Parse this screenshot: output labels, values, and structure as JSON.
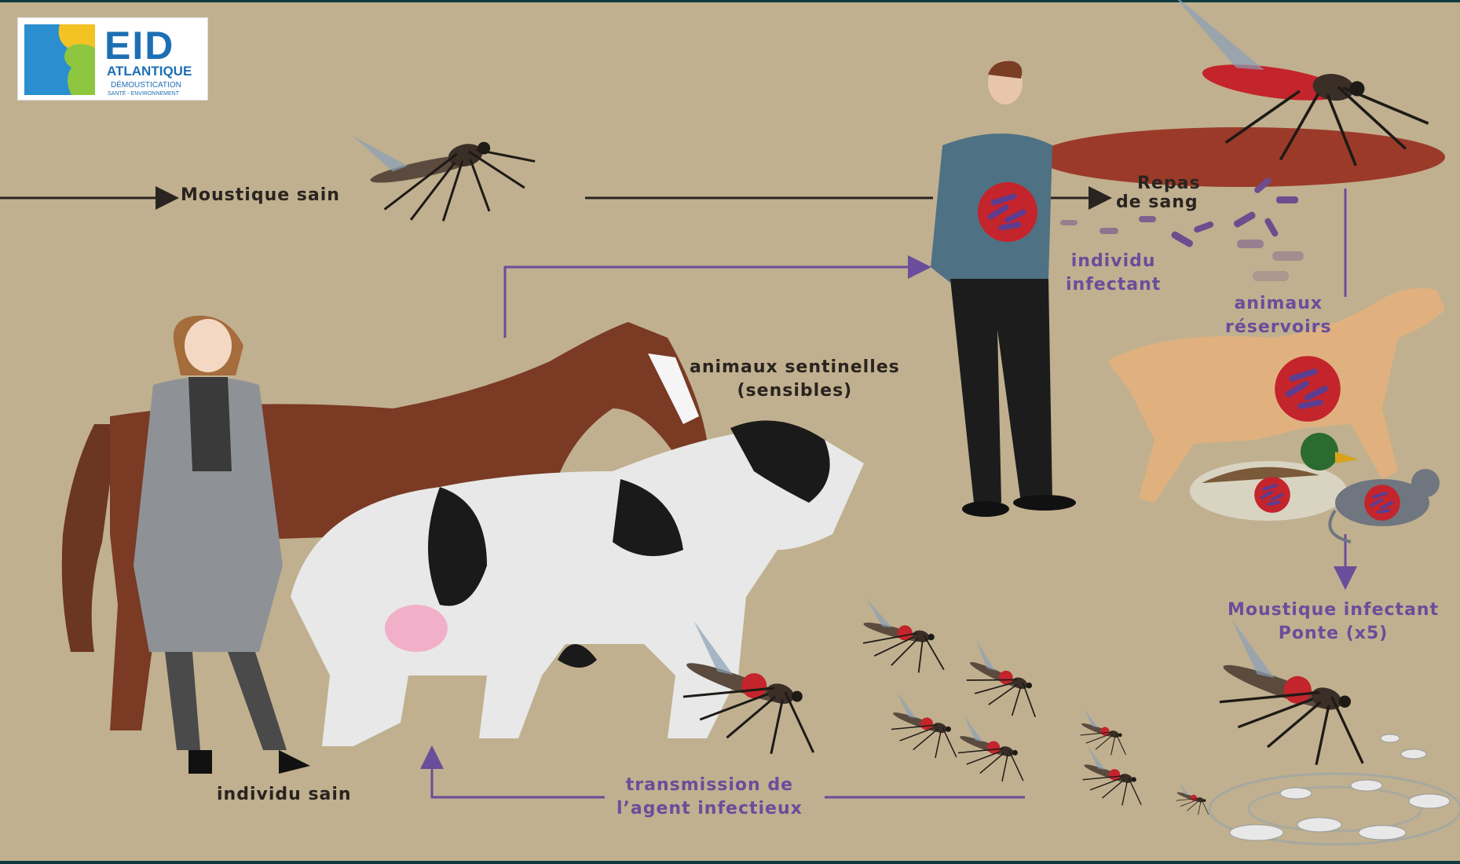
{
  "logo": {
    "name": "EID",
    "subtitle": "ATLANTIQUE",
    "tagline": "DÉMOUSTICATION",
    "tagline2": "SANTÉ - ENVIRONNEMENT"
  },
  "labels": {
    "moustique_sain": "Moustique sain",
    "repas_line1": "Repas",
    "repas_line2": "de sang",
    "individu_infectant_1": "individu",
    "individu_infectant_2": "infectant",
    "animaux_reservoirs_1": "animaux",
    "animaux_reservoirs_2": "réservoirs",
    "sentinelles_1": "animaux sentinelles",
    "sentinelles_2": "(sensibles)",
    "moustique_infectant": "Moustique infectant",
    "ponte": "Ponte (x5)",
    "transmission_1": "transmission de",
    "transmission_2": "l’agent infectieux",
    "individu_sain": "individu sain"
  },
  "colors": {
    "background": "#c0b08f",
    "dark_text": "#2a2420",
    "purple": "#6a4d9b",
    "frame": "#0f3b3f",
    "blood": "#c4242b"
  }
}
